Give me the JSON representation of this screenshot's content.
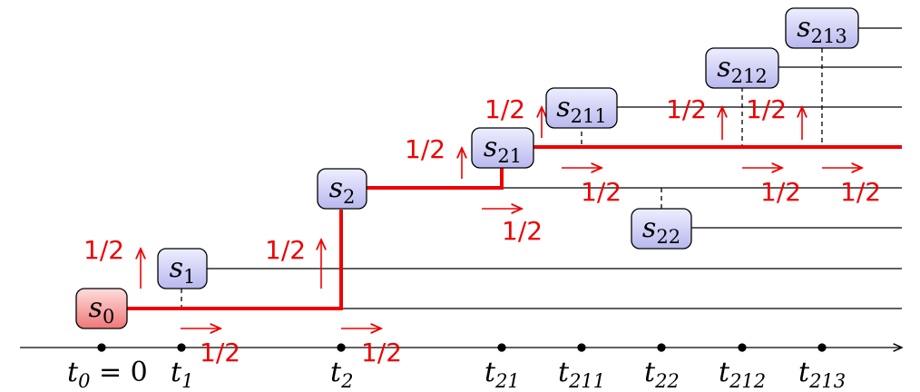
{
  "colors": {
    "path": "#ee0000",
    "prob": "#ee0000",
    "state_fill_top": "#eeeeff",
    "state_fill_bottom": "#b8b8ee",
    "root_fill_top": "#ffdddd",
    "root_fill_bottom": "#ee7777",
    "line": "#000000"
  },
  "states": [
    {
      "id": "s0",
      "base": "s",
      "sub": "0",
      "root": true
    },
    {
      "id": "s1",
      "base": "s",
      "sub": "1"
    },
    {
      "id": "s2",
      "base": "s",
      "sub": "2"
    },
    {
      "id": "s21",
      "base": "s",
      "sub": "21"
    },
    {
      "id": "s22",
      "base": "s",
      "sub": "22"
    },
    {
      "id": "s211",
      "base": "s",
      "sub": "211"
    },
    {
      "id": "s212",
      "base": "s",
      "sub": "212"
    },
    {
      "id": "s213",
      "base": "s",
      "sub": "213"
    }
  ],
  "time_labels": [
    {
      "id": "t0",
      "base": "t",
      "sub": "0",
      "suffix": " = 0"
    },
    {
      "id": "t1",
      "base": "t",
      "sub": "1",
      "suffix": ""
    },
    {
      "id": "t2",
      "base": "t",
      "sub": "2",
      "suffix": ""
    },
    {
      "id": "t21",
      "base": "t",
      "sub": "21",
      "suffix": ""
    },
    {
      "id": "t211",
      "base": "t",
      "sub": "211",
      "suffix": ""
    },
    {
      "id": "t22",
      "base": "t",
      "sub": "22",
      "suffix": ""
    },
    {
      "id": "t212",
      "base": "t",
      "sub": "212",
      "suffix": ""
    },
    {
      "id": "t213",
      "base": "t",
      "sub": "213",
      "suffix": ""
    }
  ],
  "probabilities": {
    "up_s1": "1/2",
    "right_s0": "1/2",
    "up_s2": "1/2",
    "right_s1": "1/2",
    "up_s21": "1/2",
    "right_s2": "1/2",
    "up_s211": "1/2",
    "right_s21": "1/2",
    "up_s212": "1/2",
    "right_s211": "1/2",
    "up_s213": "1/2",
    "right_s212": "1/2"
  }
}
